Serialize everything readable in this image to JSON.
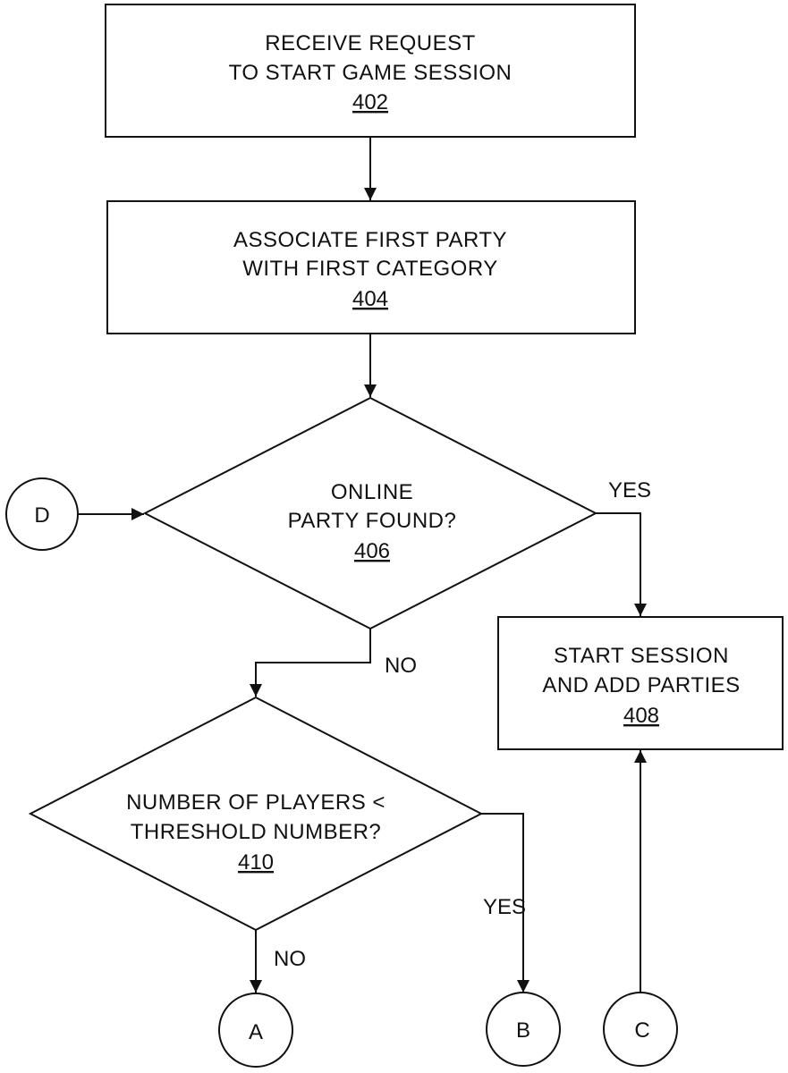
{
  "nodes": {
    "n402": {
      "lines": [
        "RECEIVE REQUEST",
        "TO START GAME SESSION"
      ],
      "ref": "402"
    },
    "n404": {
      "lines": [
        "ASSOCIATE FIRST PARTY",
        "WITH FIRST CATEGORY"
      ],
      "ref": "404"
    },
    "n406": {
      "lines": [
        "ONLINE",
        "PARTY FOUND?"
      ],
      "ref": "406"
    },
    "n408": {
      "lines": [
        "START SESSION",
        "AND ADD PARTIES"
      ],
      "ref": "408"
    },
    "n410": {
      "lines": [
        "NUMBER OF PLAYERS <",
        "THRESHOLD NUMBER?"
      ],
      "ref": "410"
    }
  },
  "connectors": {
    "A": "A",
    "B": "B",
    "C": "C",
    "D": "D"
  },
  "edge_labels": {
    "n406_yes": "YES",
    "n406_no": "NO",
    "n410_yes": "YES",
    "n410_no": "NO"
  }
}
